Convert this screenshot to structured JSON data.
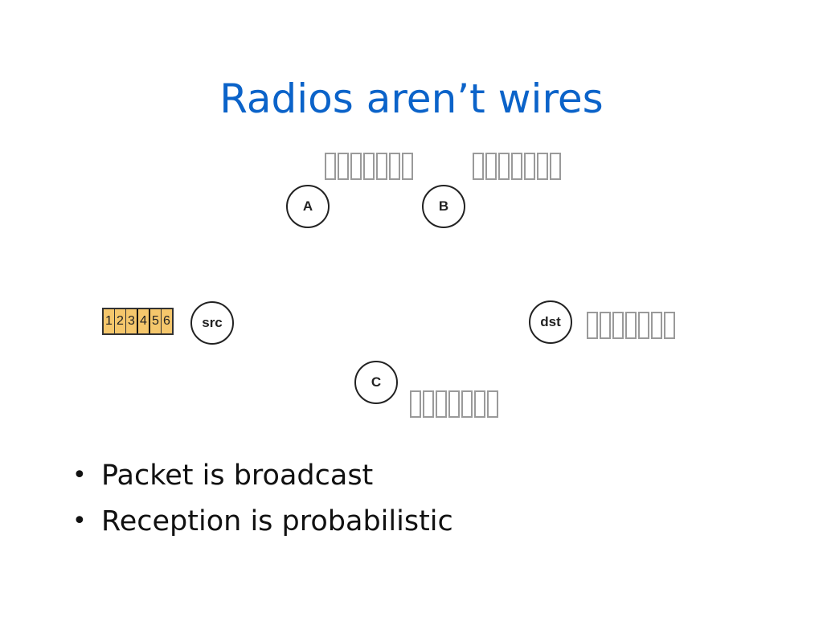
{
  "slide": {
    "title": "Radios aren’t wires",
    "nodes": {
      "a": "A",
      "b": "B",
      "src": "src",
      "dst": "dst",
      "c": "C"
    },
    "packets": [
      "1",
      "2",
      "3",
      "4",
      "5",
      "6"
    ],
    "bullets": [
      "Packet is broadcast",
      "Reception is probabilistic"
    ],
    "colors": {
      "title": "#0b63c9",
      "packet_fill": "#f5c76c",
      "node_border": "#222222",
      "placeholder_glyph": "#9a9a9a"
    }
  }
}
